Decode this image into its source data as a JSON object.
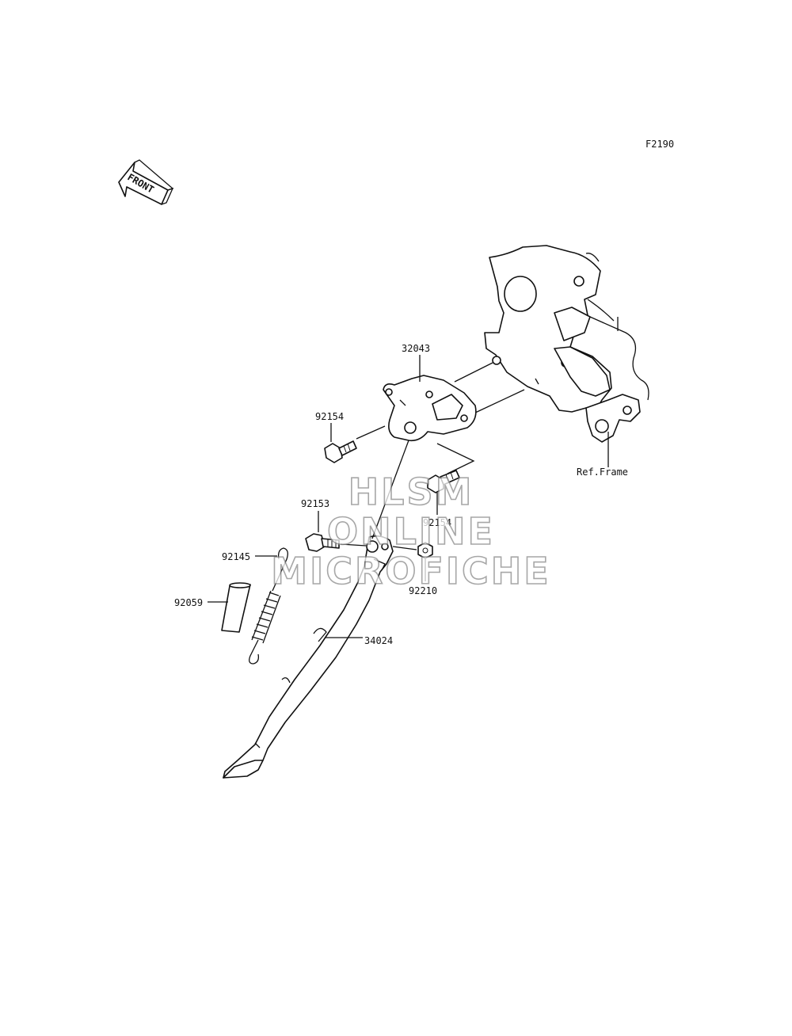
{
  "diagram_code": "F2190",
  "front_arrow_text": "FRONT",
  "reference_label": "Ref.Frame",
  "watermark": [
    "HLSM",
    "ONLINE",
    "MICROFICHE"
  ],
  "parts": {
    "bracket": "32043",
    "bolt_upper_left": "92154",
    "bolt_lower_right": "92154",
    "pivot_bolt": "92153",
    "nut": "92210",
    "spring": "92145",
    "sleeve": "92059",
    "side_stand": "34024"
  }
}
